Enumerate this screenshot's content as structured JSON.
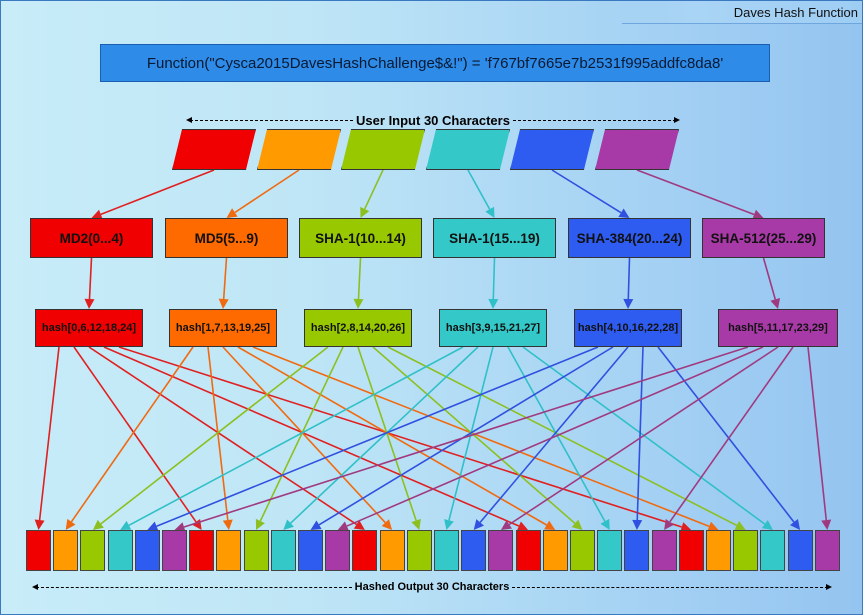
{
  "window": {
    "title": "Daves Hash Function"
  },
  "function_call": "Function(\"Cysca2015DavesHashChallenge$&!\") = 'f767bf7665e7b2531f995addfc8da8'",
  "labels": {
    "input": "User Input 30 Characters",
    "output": "Hashed Output 30 Characters"
  },
  "colors": {
    "red": "#f00000",
    "orange": "#ff6a00",
    "lightorange": "#ff9a00",
    "green": "#98c800",
    "cyan": "#34c8c8",
    "blue": "#2f5cf0",
    "purple": "#a83aa8"
  },
  "input_colors": [
    "#f00000",
    "#ff9a00",
    "#98c800",
    "#34c8c8",
    "#2f5cf0",
    "#a83aa8"
  ],
  "algorithms": [
    {
      "label": "MD2(0...4)",
      "color": "#f00000",
      "arrow": "#e02020"
    },
    {
      "label": "MD5(5...9)",
      "color": "#ff6a00",
      "arrow": "#f06a10"
    },
    {
      "label": "SHA-1(10...14)",
      "color": "#98c800",
      "arrow": "#8cc020"
    },
    {
      "label": "SHA-1(15...19)",
      "color": "#34c8c8",
      "arrow": "#30c0c8"
    },
    {
      "label": "SHA-384(20...24)",
      "color": "#2f5cf0",
      "arrow": "#3050e0"
    },
    {
      "label": "SHA-512(25...29)",
      "color": "#a83aa8",
      "arrow": "#a03a80"
    }
  ],
  "hash_boxes": [
    {
      "label": "hash[0,6,12,18,24]",
      "color": "#f00000",
      "targets": [
        0,
        6,
        12,
        18,
        24
      ]
    },
    {
      "label": "hash[1,7,13,19,25]",
      "color": "#ff6a00",
      "targets": [
        1,
        7,
        13,
        19,
        25
      ]
    },
    {
      "label": "hash[2,8,14,20,26]",
      "color": "#98c800",
      "targets": [
        2,
        8,
        14,
        20,
        26
      ]
    },
    {
      "label": "hash[3,9,15,21,27]",
      "color": "#34c8c8",
      "targets": [
        3,
        9,
        15,
        21,
        27
      ]
    },
    {
      "label": "hash[4,10,16,22,28]",
      "color": "#2f5cf0",
      "targets": [
        4,
        10,
        16,
        22,
        28
      ]
    },
    {
      "label": "hash[5,11,17,23,29]",
      "color": "#a83aa8",
      "targets": [
        5,
        11,
        17,
        23,
        29
      ]
    }
  ],
  "output_colors": [
    "#f00000",
    "#ff9a00",
    "#98c800",
    "#34c8c8",
    "#2f5cf0",
    "#a83aa8"
  ],
  "output_count": 30
}
